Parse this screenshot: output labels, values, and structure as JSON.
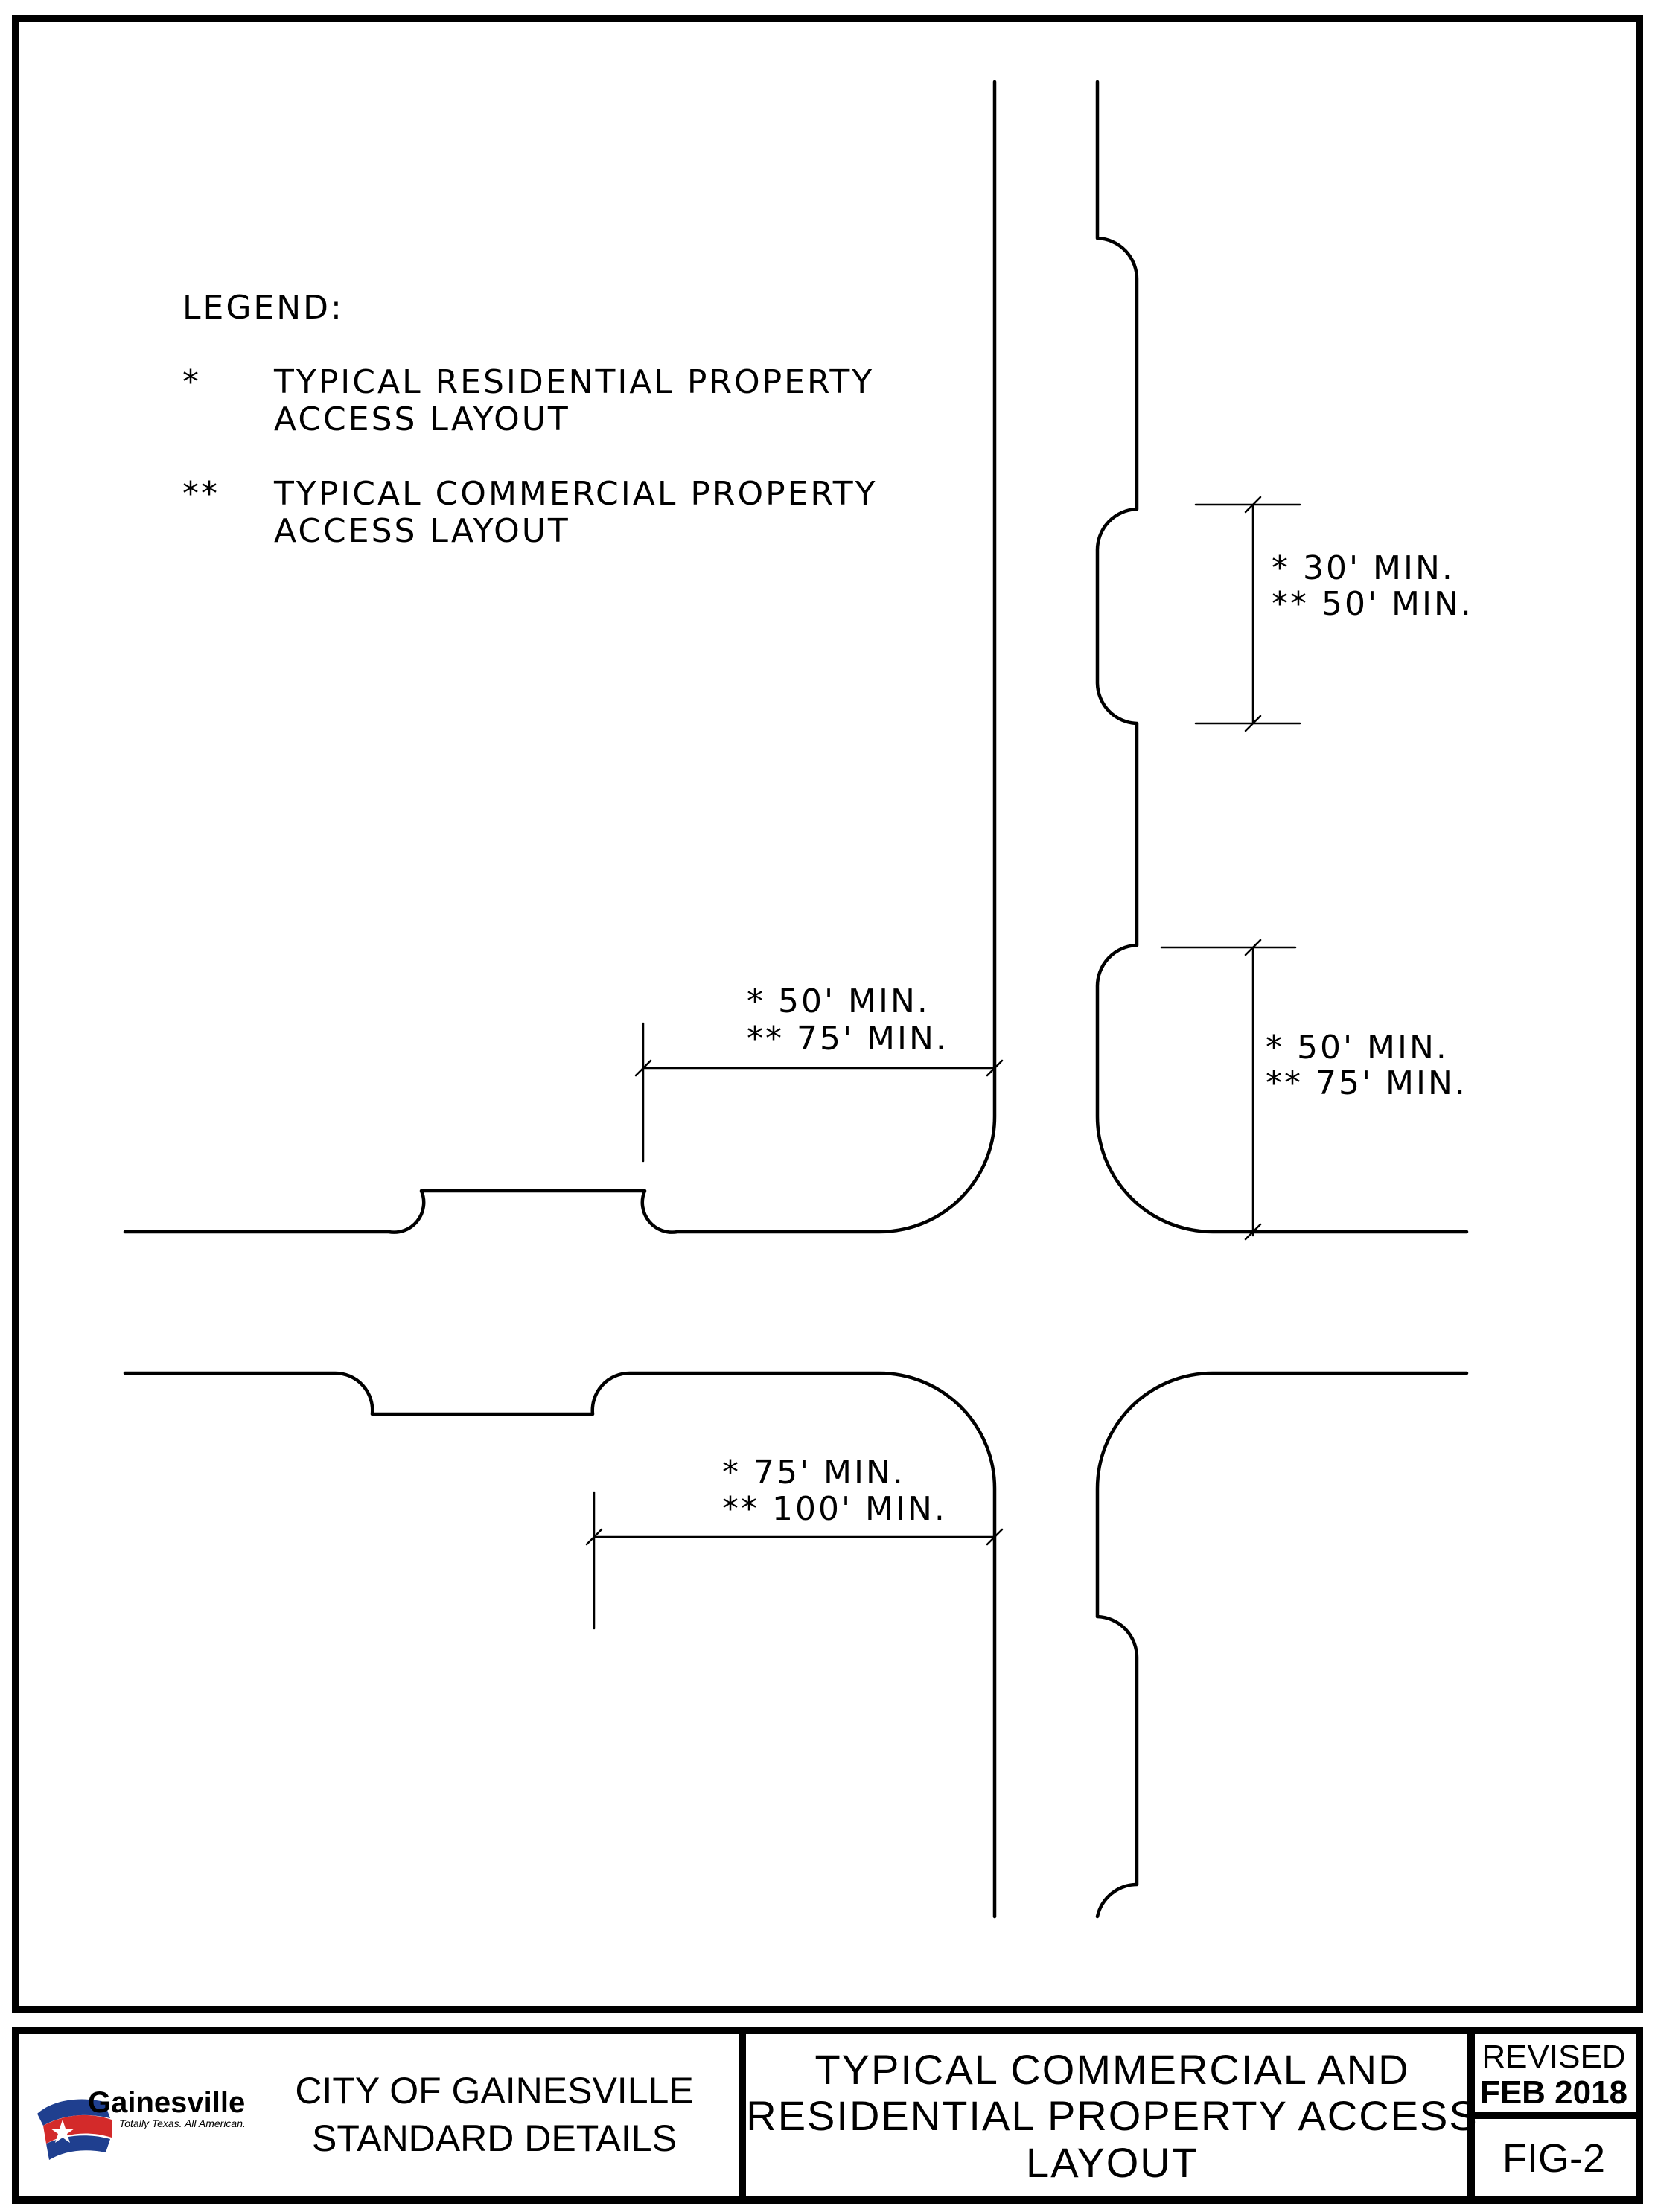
{
  "legend": {
    "title": "LEGEND:",
    "items": [
      {
        "marker": "*",
        "line1": "TYPICAL RESIDENTIAL PROPERTY",
        "line2": "ACCESS LAYOUT"
      },
      {
        "marker": "**",
        "line1": "TYPICAL COMMERCIAL PROPERTY",
        "line2": "ACCESS LAYOUT"
      }
    ]
  },
  "dimensions": {
    "right_upper": {
      "residential": "* 30' MIN.",
      "commercial": "** 50' MIN."
    },
    "right_lower": {
      "residential": "* 50' MIN.",
      "commercial": "** 75' MIN."
    },
    "left_upper": {
      "residential": "* 50' MIN.",
      "commercial": "** 75' MIN."
    },
    "left_lower": {
      "residential": "* 75' MIN.",
      "commercial": "** 100' MIN."
    }
  },
  "title_block": {
    "logo_name": "Gainesville",
    "logo_tagline": "Totally Texas. All American.",
    "city_line1": "CITY OF GAINESVILLE",
    "city_line2": "STANDARD DETAILS",
    "title_line1": "TYPICAL COMMERCIAL AND",
    "title_line2": "RESIDENTIAL PROPERTY ACCESS",
    "title_line3": "LAYOUT",
    "revised_label": "REVISED",
    "revised_date": "FEB 2018",
    "figure": "FIG-2"
  },
  "colors": {
    "ink": "#000000",
    "logo_blue": "#1f3f8f",
    "logo_red": "#d32a2a"
  }
}
